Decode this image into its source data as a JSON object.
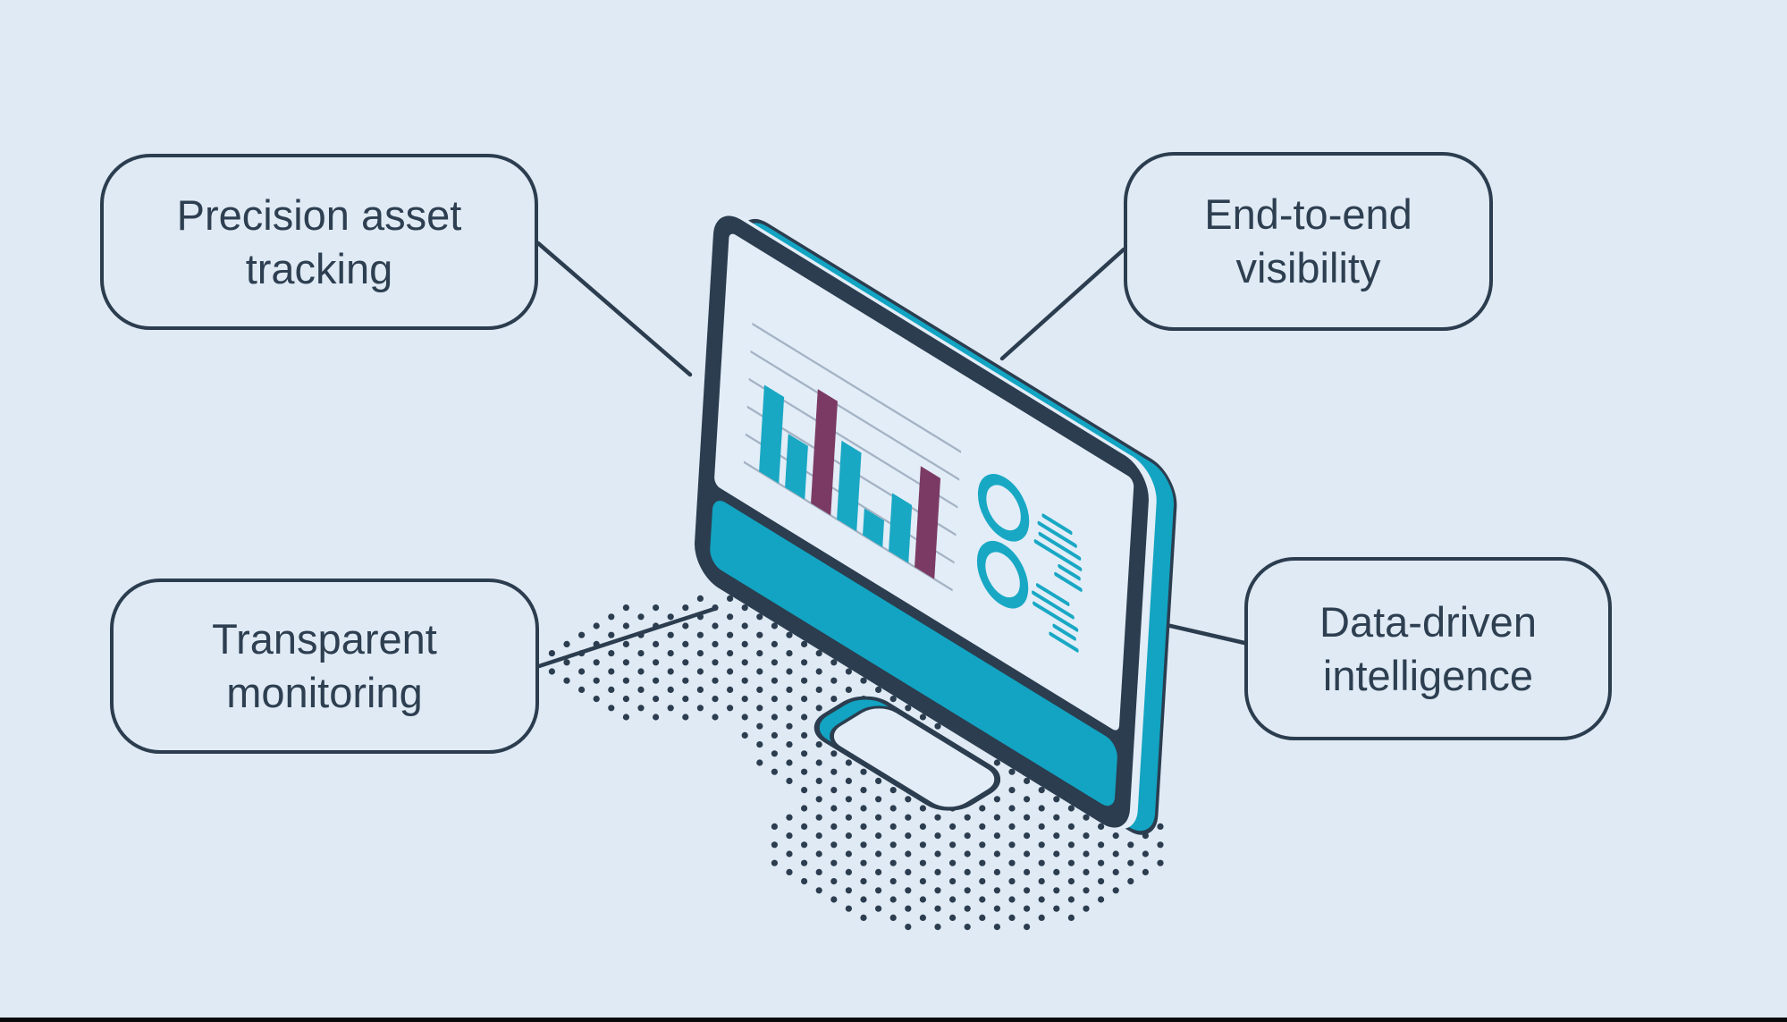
{
  "canvas": {
    "has_bottom_black_bar": true
  },
  "palette": {
    "page_bg": "#e0eaf4",
    "navy": "#2b3d4f",
    "text": "#2d3f51",
    "teal": "#12a4c2",
    "teal_bright": "#19a8c4",
    "purple": "#7b3a64",
    "gridline": "#a4b3c4",
    "screen": "#e3edf7",
    "black_bar": "#0a0a0a"
  },
  "callouts": {
    "top_left": {
      "line1": "Precision asset",
      "line2": "tracking"
    },
    "top_right": {
      "line1": "End-to-end",
      "line2": "visibility"
    },
    "bottom_left": {
      "line1": "Transparent",
      "line2": "monitoring"
    },
    "bottom_right": {
      "line1": "Data-driven",
      "line2": "intelligence"
    }
  },
  "monitor_screen": {
    "bar_chart": {
      "type": "bar",
      "values": [
        97,
        60,
        128,
        88,
        30,
        65,
        113
      ],
      "colors": [
        "teal",
        "teal",
        "purple",
        "teal",
        "teal",
        "teal",
        "purple"
      ],
      "gridlines": 6
    },
    "donut_icons": 2,
    "text_line_groups": [
      6,
      5
    ]
  }
}
